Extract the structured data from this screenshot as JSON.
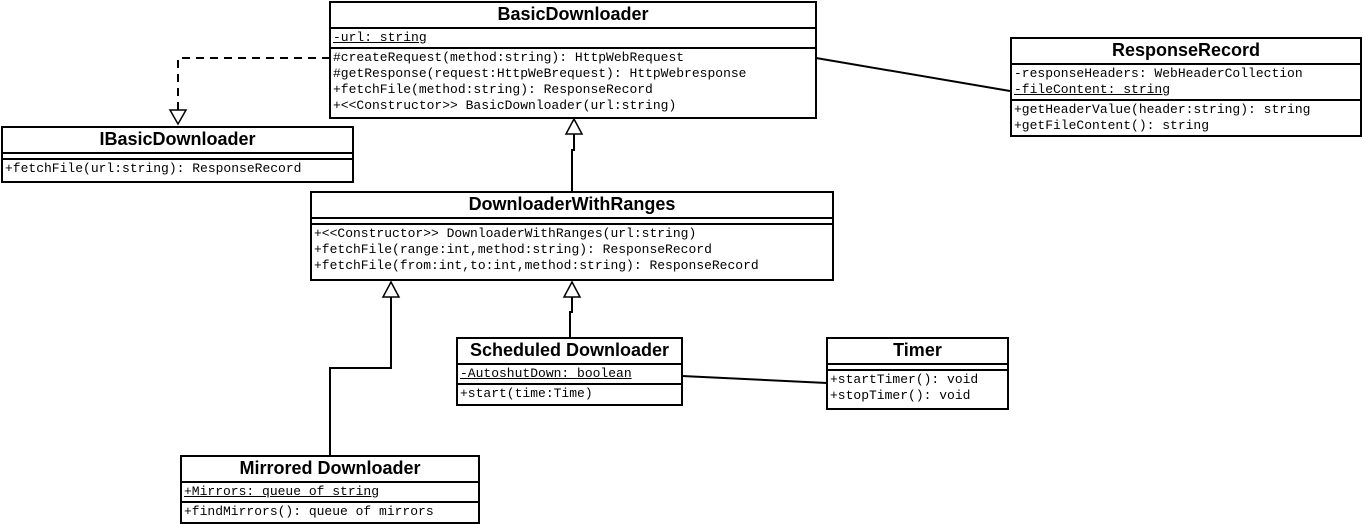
{
  "classes": {
    "basic_downloader": {
      "name": "BasicDownloader",
      "attributes": [
        "-url: string"
      ],
      "operations": [
        "#createRequest(method:string): HttpWebRequest",
        "#getResponse(request:HttpWeBrequest): HttpWebresponse",
        "+fetchFile(method:string): ResponseRecord",
        "+<<Constructor>> BasicDownloader(url:string)"
      ]
    },
    "ibasic_downloader": {
      "name": "IBasicDownloader",
      "operations": [
        "+fetchFile(url:string): ResponseRecord"
      ]
    },
    "response_record": {
      "name": "ResponseRecord",
      "attributes": [
        "-responseHeaders: WebHeaderCollection",
        "-fileContent: string"
      ],
      "operations": [
        "+getHeaderValue(header:string): string",
        "+getFileContent(): string"
      ]
    },
    "downloader_with_ranges": {
      "name": "DownloaderWithRanges",
      "operations": [
        "+<<Constructor>> DownloaderWithRanges(url:string)",
        "+fetchFile(range:int,method:string): ResponseRecord",
        "+fetchFile(from:int,to:int,method:string): ResponseRecord"
      ]
    },
    "scheduled_downloader": {
      "name": "Scheduled Downloader",
      "attributes": [
        "-AutoshutDown: boolean"
      ],
      "operations": [
        "+start(time:Time)"
      ]
    },
    "timer": {
      "name": "Timer",
      "operations": [
        "+startTimer(): void",
        "+stopTimer(): void"
      ]
    },
    "mirrored_downloader": {
      "name": "Mirrored Downloader",
      "attributes": [
        "+Mirrors: queue of string"
      ],
      "operations": [
        "+findMirrors(): queue of mirrors"
      ]
    }
  }
}
